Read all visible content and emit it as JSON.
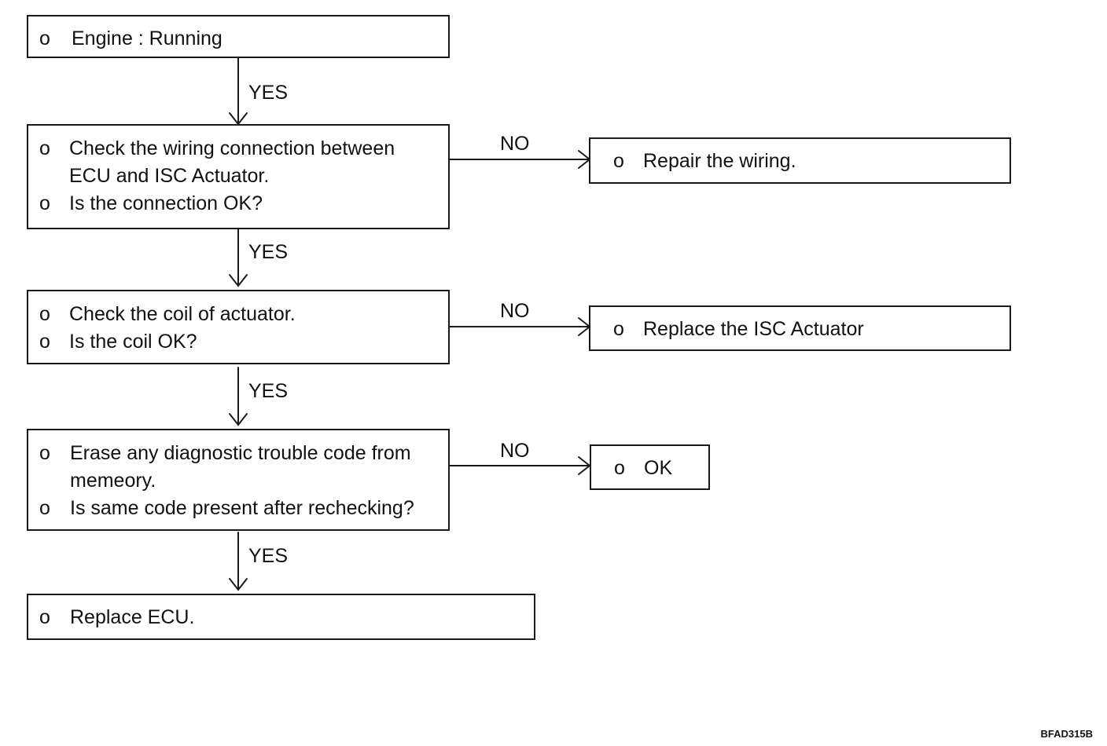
{
  "boxes": {
    "engine": {
      "lines": [
        {
          "bullet": "o",
          "text": "Engine : Running"
        }
      ]
    },
    "wiring": {
      "lines": [
        {
          "bullet": "o",
          "text": "Check the wiring connection between"
        },
        {
          "bullet": "",
          "text": "ECU and ISC Actuator."
        },
        {
          "bullet": "o",
          "text": "Is the connection OK?"
        }
      ]
    },
    "repair": {
      "lines": [
        {
          "bullet": "o",
          "text": "Repair the wiring."
        }
      ]
    },
    "coil": {
      "lines": [
        {
          "bullet": "o",
          "text": "Check the coil of actuator."
        },
        {
          "bullet": "o",
          "text": "Is the coil OK?"
        }
      ]
    },
    "replace_isc": {
      "lines": [
        {
          "bullet": "o",
          "text": "Replace the ISC Actuator"
        }
      ]
    },
    "erase": {
      "lines": [
        {
          "bullet": "o",
          "text": "Erase any diagnostic trouble code from"
        },
        {
          "bullet": "",
          "text": "memeory."
        },
        {
          "bullet": "o",
          "text": "Is same code present after rechecking?"
        }
      ]
    },
    "ok": {
      "lines": [
        {
          "bullet": "o",
          "text": "OK"
        }
      ]
    },
    "replace_ecu": {
      "lines": [
        {
          "bullet": "o",
          "text": "Replace ECU."
        }
      ]
    }
  },
  "labels": {
    "yes_1": "YES",
    "yes_2": "YES",
    "yes_3": "YES",
    "yes_4": "YES",
    "no_1": "NO",
    "no_2": "NO",
    "no_3": "NO"
  },
  "figure_code": "BFAD315B"
}
